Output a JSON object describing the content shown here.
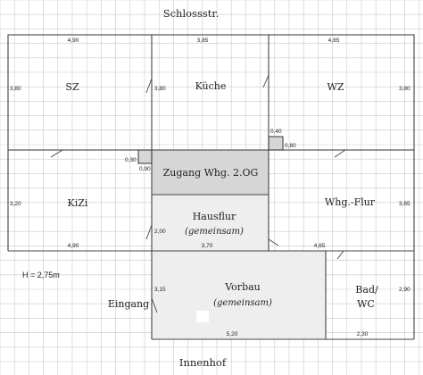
{
  "streets": {
    "top": "Schlossstr.",
    "bottom": "Innenhof"
  },
  "note": "H = 2,75m",
  "entrance": "Eingang",
  "rooms": {
    "sz": "SZ",
    "kueche": "Küche",
    "wz": "WZ",
    "kizi": "KiZi",
    "zugang": "Zugang Whg. 2.OG",
    "hausflur": "Hausflur",
    "hausflur_sub": "(gemeinsam)",
    "whg_flur": "Whg.-Flur",
    "vorbau": "Vorbau",
    "vorbau_sub": "(gemeinsam)",
    "bad_line1": "Bad/",
    "bad_line2": "WC"
  },
  "dimensions": {
    "sz_width": "4,90",
    "kueche_width": "3,85",
    "wz_width": "4,65",
    "sz_height": "3,80",
    "kueche_height": "3,80",
    "wz_height": "3,80",
    "niche_right_h": "0,40",
    "niche_right_w": "0,80",
    "niche_left_h": "0,30",
    "niche_left_w": "0,90",
    "kizi_height": "3,20",
    "kizi_width": "4,90",
    "hausflur_height": "2,00",
    "hausflur_width": "3,70",
    "whg_flur_width": "4,65",
    "whg_flur_height": "3,65",
    "vorbau_height": "3,15",
    "vorbau_width": "5,20",
    "bad_height": "2,90",
    "bad_width": "2,30"
  },
  "colors": {
    "grid": "#c9c9c9",
    "wall": "#444444",
    "gray_fill": "#d6d6d6",
    "light_fill": "#eeeeee"
  }
}
